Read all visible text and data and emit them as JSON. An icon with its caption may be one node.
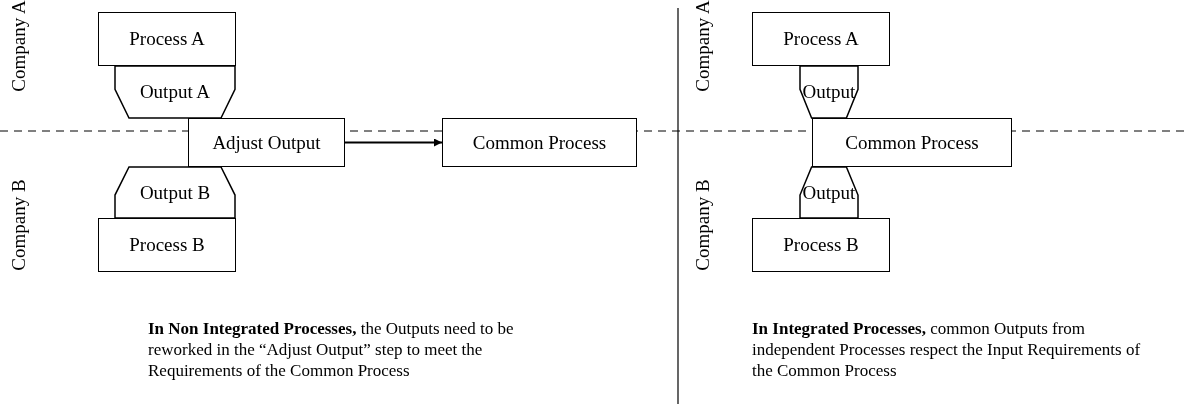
{
  "diagram": {
    "nodes": [
      {
        "text": [
          "Process A"
        ]
      },
      {
        "text": [
          "Output A"
        ]
      },
      {
        "text": [
          "Adjust Output"
        ]
      },
      {
        "text": [
          "Common Process"
        ]
      },
      {
        "text": [
          "Output B"
        ]
      },
      {
        "text": [
          "Process B"
        ]
      },
      {
        "text": [
          "Process A"
        ]
      },
      {
        "text": [
          "Output"
        ]
      },
      {
        "text": [
          "Common Process"
        ]
      },
      {
        "text": [
          "Output"
        ]
      },
      {
        "text": [
          "Process B"
        ]
      }
    ],
    "edges": [
      {
        "from": 2,
        "to": 3,
        "arrow": "to"
      }
    ],
    "labels": [
      "Company A",
      "Company B",
      "**In Non Integrated Processes,** the Outputs need to be reworked in the “Adjust Output” step to meet the Requirements of the Common Process",
      "Company A",
      "Company B",
      "**In Integrated Processes,** common Outputs from independent Processes respect the Input Requirements of the Common Process"
    ]
  }
}
